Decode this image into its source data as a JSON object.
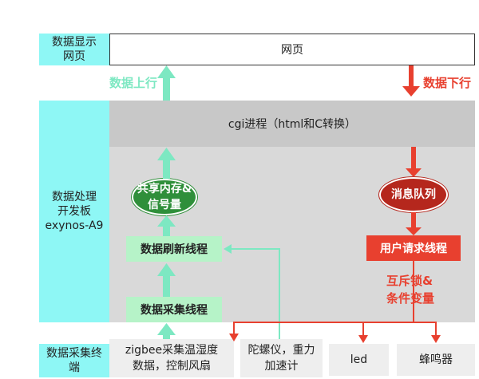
{
  "left_column": {
    "display_terminal": "数据显示\n网页",
    "processing_board": "数据处理\n开发板\nexynos-A9",
    "collection_terminal": "数据采集终\n端"
  },
  "web_page": {
    "label": "网页"
  },
  "arrows": {
    "data_up": "数据上行",
    "data_down": "数据下行"
  },
  "cgi_process": {
    "label": "cgi进程（html和C转换）"
  },
  "shared_memory": {
    "label": "共享内存&\n信号量"
  },
  "message_queue": {
    "label": "消息队列"
  },
  "refresh_thread": {
    "label": "数据刷新线程"
  },
  "collect_thread": {
    "label": "数据采集线程"
  },
  "request_thread": {
    "label": "用户请求线程"
  },
  "mutex_note": {
    "label": "互斥锁&\n条件变量"
  },
  "terminals": {
    "zigbee": "zigbee采集温湿度\n数据，控制风扇",
    "gyro": "陀螺仪，重力\n加速计",
    "led": "led",
    "buzzer": "蜂鸣器"
  },
  "colors": {
    "cyan": "#8ef7f5",
    "green_arrow": "#7de8c2",
    "red": "#e8402f",
    "gray_panel": "#d9d9d9",
    "cgi_gray": "#c8c8c8"
  }
}
